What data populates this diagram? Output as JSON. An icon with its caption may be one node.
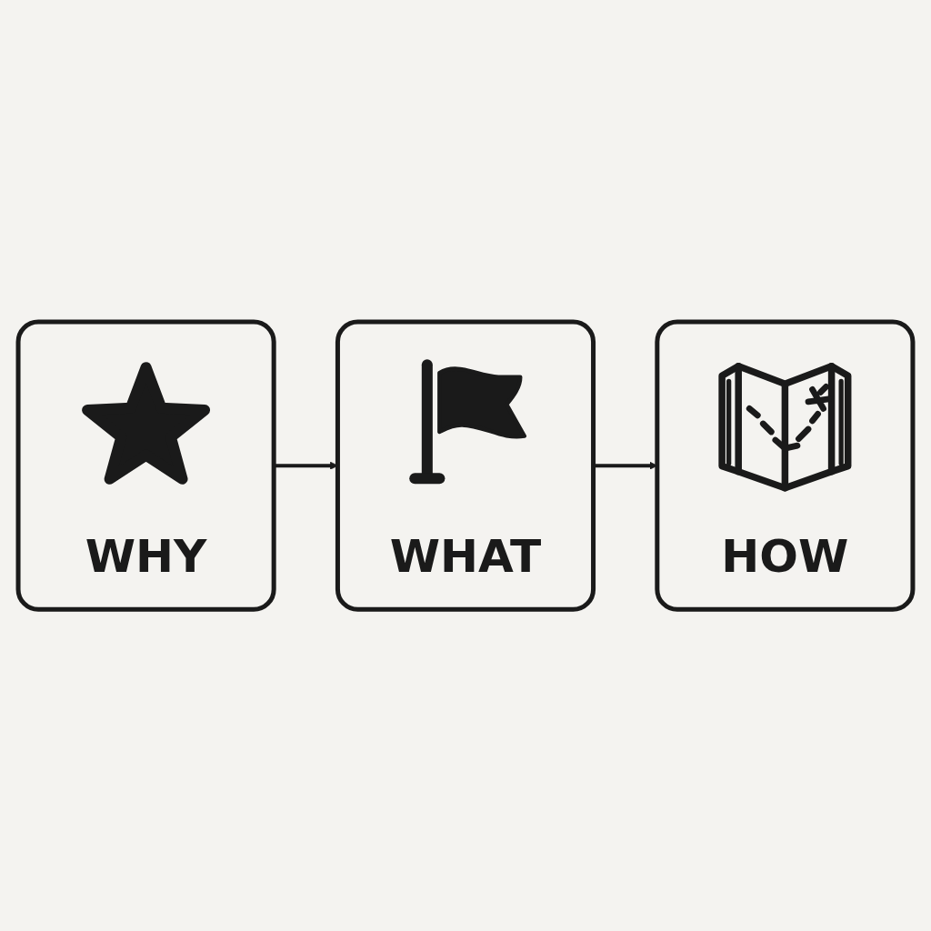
{
  "diagram": {
    "nodes": [
      {
        "text": [
          "WHY"
        ]
      },
      {
        "text": [
          "WHAT"
        ]
      },
      {
        "text": [
          "HOW"
        ]
      }
    ],
    "edges": [
      {
        "from": 0,
        "to": 1,
        "arrow": "to"
      },
      {
        "from": 1,
        "to": 2,
        "arrow": "to"
      }
    ]
  }
}
